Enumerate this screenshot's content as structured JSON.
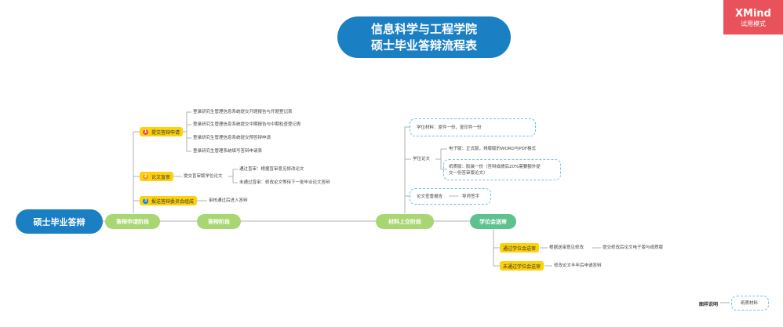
{
  "title": {
    "line1": "信息科学与工程学院",
    "line2": "硕士毕业答辩流程表"
  },
  "watermark": {
    "brand": "XMind",
    "mode": "试用模式"
  },
  "root": "硕士毕业答辩",
  "stages": [
    "答辩申请阶段",
    "答辩阶段",
    "材料上交阶段",
    "学位会送审"
  ],
  "apply": {
    "items": [
      {
        "badge": "1",
        "label": "提交答辩申请"
      },
      {
        "badge": "2",
        "label": "论文盲审"
      },
      {
        "badge": "3",
        "label": "报送答辩委员会组成"
      }
    ],
    "submit_steps": [
      "登录研究生管理信息系统提交开题报告与开题登记表",
      "登录研究生管理信息系统提交中期报告与中期检查登记表",
      "登录研究生管理信息系统提交预答辩申请",
      "登录研究生管理系统填写答辩申请表"
    ],
    "blind": {
      "submit": "提交盲审版学位论文",
      "pass": "通过盲审：根据盲审意见修改论文",
      "fail": "未通过盲审：修改论文等待下一批毕业论文答辩"
    },
    "committee": "审核通过后进入答辩"
  },
  "materials": {
    "degree_materials": "学位材料：原件一份，复印件一份",
    "thesis": "学位论文",
    "electronic": "电子版：正式版，排版版的WORD与PDF格式",
    "paper_line1": "纸质版：胶装一份（答辩成绩后20%需要额外提",
    "paper_line2": "交一份答审版论文）",
    "check": "论文查重报告",
    "sign": "导师签字"
  },
  "review": {
    "pass": "通过学位会送审",
    "pass_note": "根据送审意见修改",
    "pass_final": "提交修改后论文电子版与纸质版",
    "fail": "未通过学位会送审",
    "fail_note": "修改论文半年后申请答辩"
  },
  "legend": {
    "label": "图样说明",
    "item": "纸质材料"
  },
  "colors": {
    "blue": "#1b7fc4",
    "green_light": "#a8d672",
    "green": "#5ec28f",
    "yellow": "#fdd20d",
    "red": "#e9525a",
    "dash": "#6fc2e8"
  }
}
